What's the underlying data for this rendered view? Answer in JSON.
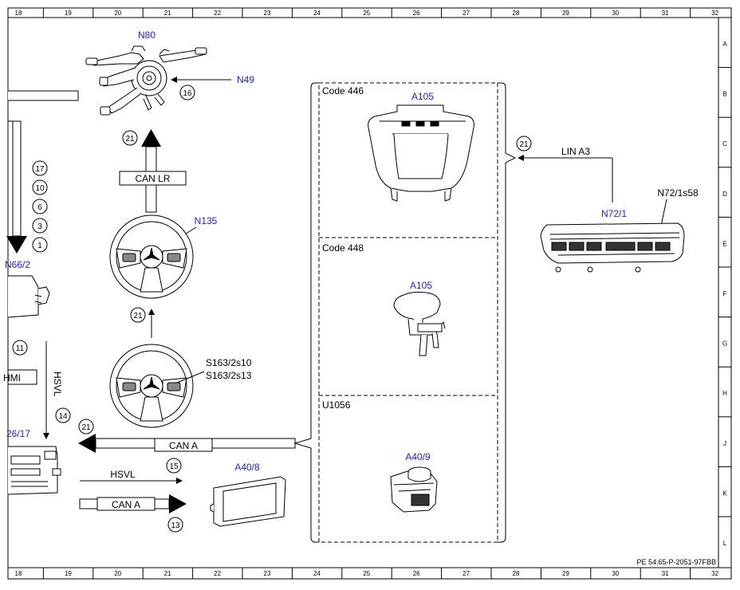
{
  "grid": {
    "columns": [
      "18",
      "19",
      "20",
      "21",
      "22",
      "23",
      "24",
      "25",
      "26",
      "27",
      "28",
      "29",
      "30",
      "31",
      "32"
    ],
    "rows": [
      "A",
      "B",
      "C",
      "D",
      "E",
      "F",
      "G",
      "H",
      "J",
      "K",
      "L"
    ]
  },
  "components": {
    "n80": "N80",
    "n49": "N49",
    "n135": "N135",
    "n66_2": "N66/2",
    "s163": [
      "S163/2s10",
      "S163/2s13"
    ],
    "n26_17": "26/17",
    "a40_8": "A40/8",
    "a105_code446": "A105",
    "a105_code448": "A105",
    "a40_9": "A40/9",
    "n72_1": "N72/1",
    "n72_1s58": "N72/1s58",
    "hmi": "HMI"
  },
  "codes": {
    "code446": "Code 446",
    "code448": "Code 448",
    "u1056": "U1056"
  },
  "buses": {
    "can_lr": "CAN LR",
    "can_a_main": "CAN A",
    "can_a_lower": "CAN A",
    "hsvl_horizontal": "HSVL",
    "hsvl_vertical": "HSVL",
    "lin_a3": "LIN A3"
  },
  "callouts": {
    "c16": "16",
    "c21_top": "21",
    "c21_mid": "21",
    "c21_left": "21",
    "c21_right": "21",
    "c17": "17",
    "c10": "10",
    "c6": "6",
    "c3": "3",
    "c1": "1",
    "c11": "11",
    "c14": "14",
    "c15": "15",
    "c13": "13"
  },
  "footer": {
    "reference": "PE 54.65-P-2051-97FBB"
  },
  "colors": {
    "label_blue": "#1f1fd6",
    "line": "#000000"
  }
}
